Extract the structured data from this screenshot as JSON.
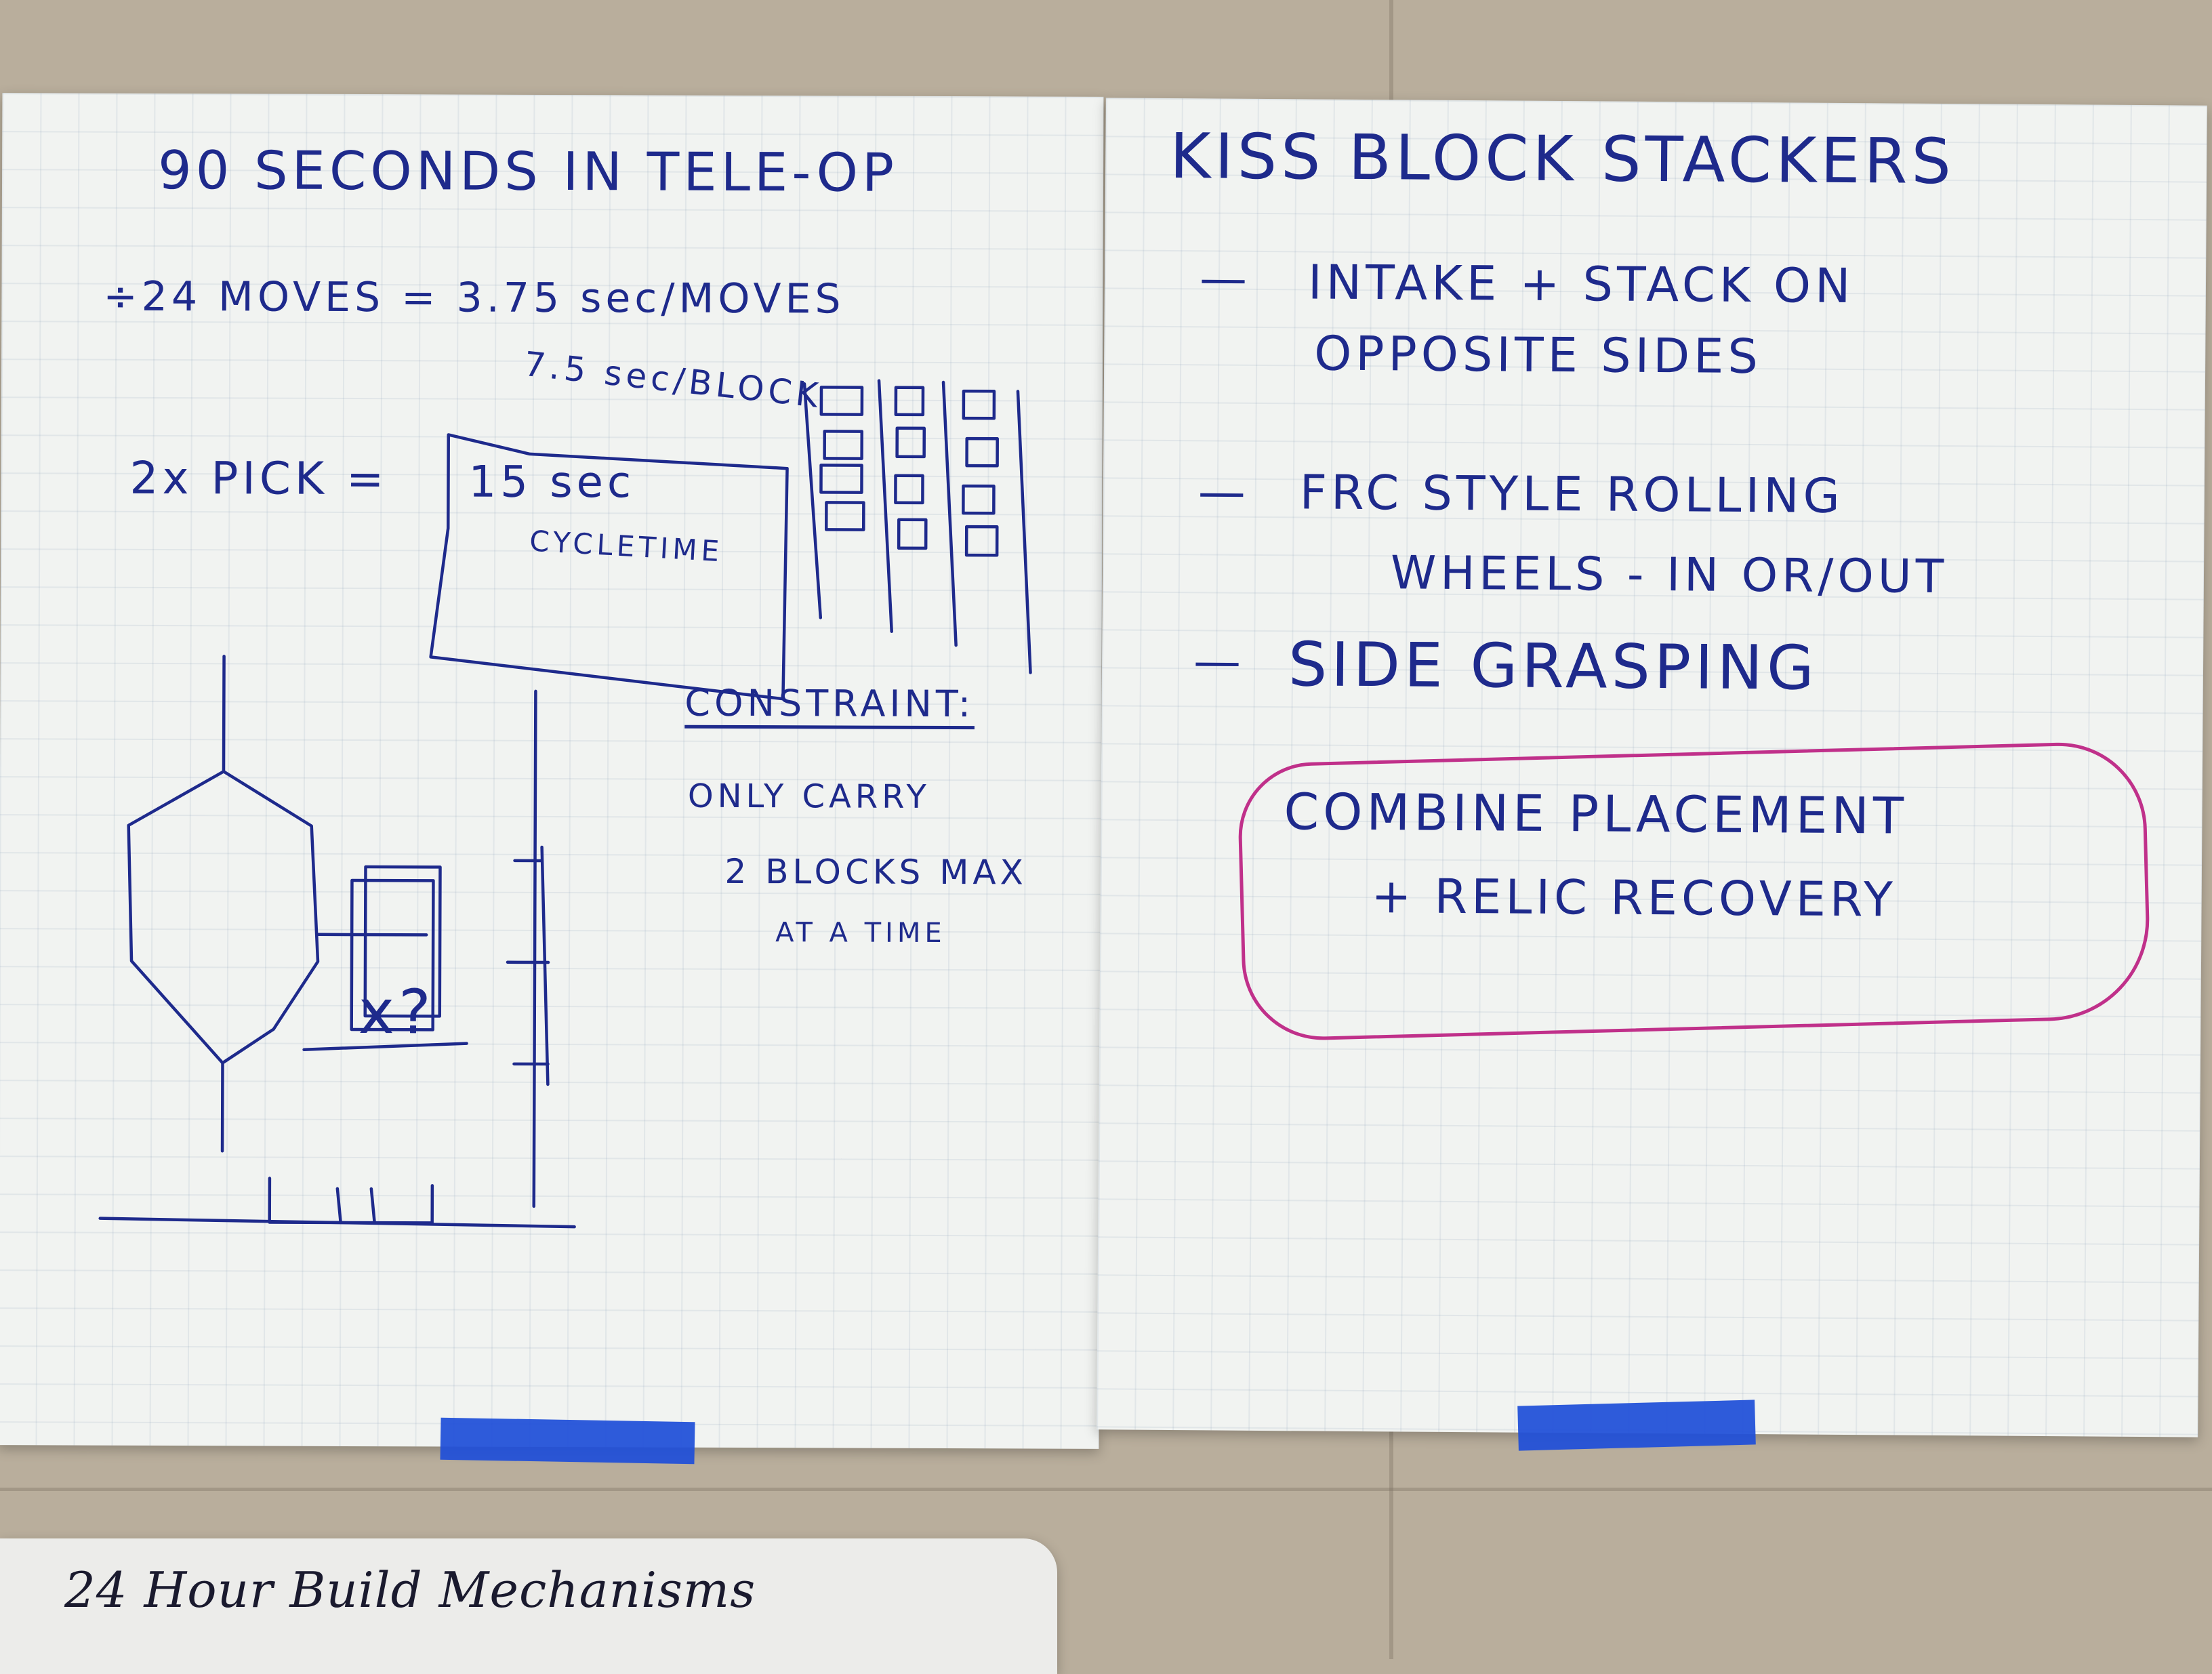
{
  "photo": {
    "left_sheet": {
      "title": "90 SECONDS IN TELE-OP",
      "calc_line": "÷24 MOVES = 3.75 sec/MOVES",
      "per_block": "7.5 sec/BLOCK",
      "pick_label": "2x PICK =",
      "cycle_time": "15 sec",
      "cycle_word": "CYCLETIME",
      "constraint_heading": "CONSTRAINT:",
      "constraint_lines": [
        "ONLY CARRY",
        "2 BLOCKS MAX",
        "AT A TIME"
      ],
      "sketch_question": "x?"
    },
    "right_sheet": {
      "title": "KISS BLOCK STACKERS",
      "items": [
        {
          "dash": "—",
          "lines": [
            "INTAKE + STACK ON",
            "OPPOSITE SIDES"
          ]
        },
        {
          "dash": "—",
          "lines": [
            "FRC STYLE ROLLING",
            "WHEELS - IN OR/OUT"
          ]
        },
        {
          "dash": "—",
          "lines": [
            "SIDE GRASPING"
          ]
        }
      ],
      "boxed_lines": [
        "COMBINE PLACEMENT",
        "+ RELIC RECOVERY"
      ],
      "box_color": "#c0308a"
    },
    "bottom_sheet": {
      "title": "24 Hour Build Mechanisms"
    },
    "ink_color": "#1e2a8c",
    "tape_color": "#1f4fd8"
  }
}
